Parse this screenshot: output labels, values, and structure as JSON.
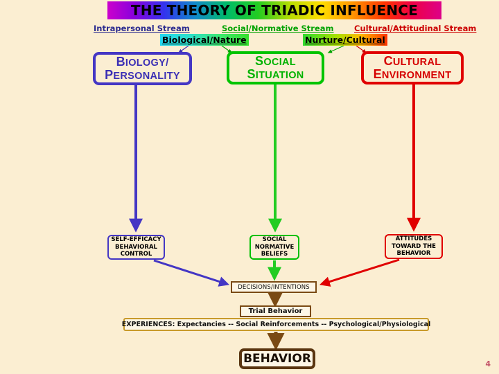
{
  "slide": {
    "background_color": "#fbeed2",
    "page_number": "4"
  },
  "title": {
    "text": "THE THEORY OF TRIADIC INFLUENCE",
    "style": "rainbow-gradient-banner",
    "text_color": "#000000"
  },
  "streams": [
    {
      "id": "intrapersonal",
      "label": "Intrapersonal Stream",
      "color": "#2b2b8f"
    },
    {
      "id": "social_normative",
      "label": "Social/Normative Stream",
      "color": "#00a200"
    },
    {
      "id": "cultural_attitudinal",
      "label": "Cultural/Attitudinal Stream",
      "color": "#cc0000"
    }
  ],
  "bridge_labels": [
    {
      "id": "biological_nature",
      "label": "Biological/Nature",
      "gradient": "cyan-to-green"
    },
    {
      "id": "nurture_cultural",
      "label": "Nurture/Cultural",
      "gradient": "green-to-red"
    }
  ],
  "tier1": {
    "biology": {
      "line1": "BIOLOGY/",
      "line2": "PERSONALITY",
      "color": "#3b2fb5"
    },
    "social": {
      "line1": "SOCIAL",
      "line2": "SITUATION",
      "color": "#00b200"
    },
    "cultural": {
      "line1": "CULTURAL",
      "line2": "ENVIRONMENT",
      "color": "#d60000"
    }
  },
  "tier2": {
    "self_efficacy": {
      "line1": "SELF-EFFICACY",
      "line2": "BEHAVIORAL",
      "line3": "CONTROL",
      "color": "#4436c4"
    },
    "normative_beliefs": {
      "line1": "SOCIAL",
      "line2": "NORMATIVE",
      "line3": "BELIEFS",
      "color": "#00bf00"
    },
    "attitudes": {
      "line1": "ATTITUDES",
      "line2": "TOWARD THE",
      "line3": "BEHAVIOR",
      "color": "#e00000"
    }
  },
  "flow": {
    "decisions": "DECISIONS/INTENTIONS",
    "trial_behavior": "Trial Behavior",
    "experiences": "EXPERIENCES: Expectancies -- Social Reinforcements -- Psychological/Physiological",
    "behavior": "BEHAVIOR"
  },
  "connectors": [
    {
      "name": "biological-nature-to-biology-arrow",
      "color": "#3b2fb5"
    },
    {
      "name": "biological-nature-to-social-arrow",
      "color": "#00b200"
    },
    {
      "name": "nurture-cultural-to-social-arrow",
      "color": "#00b200"
    },
    {
      "name": "nurture-cultural-to-cultural-arrow",
      "color": "#d60000"
    },
    {
      "name": "biology-to-self-efficacy-arrow",
      "color": "#4436c4"
    },
    {
      "name": "social-to-normative-beliefs-arrow",
      "color": "#22cc22"
    },
    {
      "name": "cultural-to-attitudes-arrow",
      "color": "#e00000"
    },
    {
      "name": "self-efficacy-to-decisions-arrow",
      "color": "#4436c4"
    },
    {
      "name": "normative-beliefs-to-decisions-arrow",
      "color": "#22cc22"
    },
    {
      "name": "attitudes-to-decisions-arrow",
      "color": "#e00000"
    },
    {
      "name": "decisions-to-trial-behavior-arrow",
      "color": "#7a4a14"
    },
    {
      "name": "experiences-to-behavior-arrow",
      "color": "#7a4a14"
    }
  ]
}
